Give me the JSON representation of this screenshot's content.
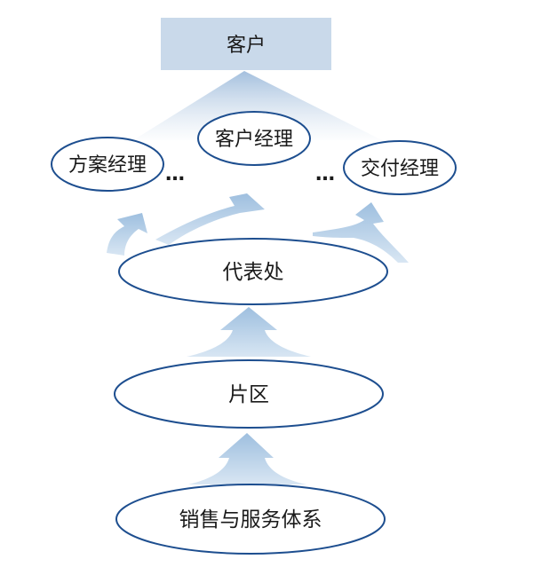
{
  "diagram": {
    "customer": "客户",
    "solution_manager": "方案经理",
    "account_manager": "客户经理",
    "delivery_manager": "交付经理",
    "ellipsis_left": "…",
    "ellipsis_right": "…",
    "rep_office": "代表处",
    "region": "片区",
    "sales_service_system": "销售与服务体系"
  },
  "colors": {
    "box_fill": "#c9d9ea",
    "ellipse_stroke": "#1d4e8f",
    "arrow_fill": "#b3cde6",
    "text": "#1a1a1a"
  }
}
